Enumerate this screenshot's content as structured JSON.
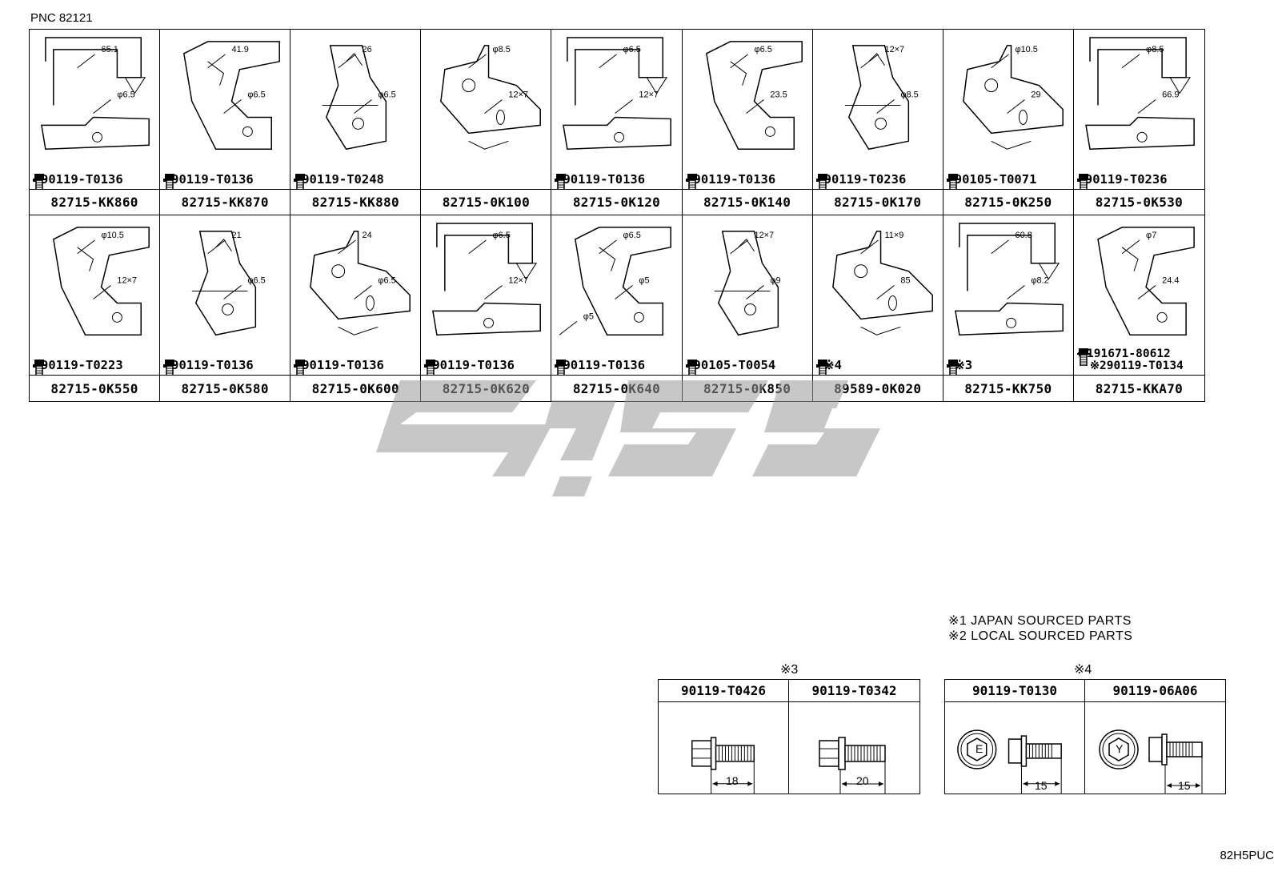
{
  "pnc": "PNC 82121",
  "row1": [
    {
      "bolt": "90119-T0136",
      "pn": "82715-KK860",
      "dims": [
        "65.1",
        "φ6.5"
      ]
    },
    {
      "bolt": "90119-T0136",
      "pn": "82715-KK870",
      "dims": [
        "41.9",
        "φ6.5"
      ]
    },
    {
      "bolt": "90119-T0248",
      "pn": "82715-KK880",
      "dims": [
        "26",
        "φ6.5"
      ]
    },
    {
      "bolt": "",
      "pn": "82715-0K100",
      "dims": [
        "φ8.5",
        "12×7"
      ]
    },
    {
      "bolt": "90119-T0136",
      "pn": "82715-0K120",
      "dims": [
        "φ6.5",
        "12×7"
      ]
    },
    {
      "bolt": "90119-T0136",
      "pn": "82715-0K140",
      "dims": [
        "φ6.5",
        "23.5"
      ]
    },
    {
      "bolt": "90119-T0236",
      "pn": "82715-0K170",
      "dims": [
        "12×7",
        "φ8.5"
      ]
    },
    {
      "bolt": "90105-T0071",
      "pn": "82715-0K250",
      "dims": [
        "φ10.5",
        "29"
      ]
    },
    {
      "bolt": "90119-T0236",
      "pn": "82715-0K530",
      "dims": [
        "φ8.5",
        "66.9"
      ]
    }
  ],
  "row2": [
    {
      "bolt": "90119-T0223",
      "pn": "82715-0K550",
      "dims": [
        "φ10.5",
        "12×7"
      ]
    },
    {
      "bolt": "90119-T0136",
      "pn": "82715-0K580",
      "dims": [
        "21",
        "φ6.5"
      ]
    },
    {
      "bolt": "90119-T0136",
      "pn": "82715-0K600",
      "dims": [
        "24",
        "φ6.5"
      ]
    },
    {
      "bolt": "90119-T0136",
      "pn": "82715-0K620",
      "dims": [
        "φ6.5",
        "12×7"
      ]
    },
    {
      "bolt": "90119-T0136",
      "pn": "82715-0K640",
      "dims": [
        "φ6.5",
        "φ5",
        "φ5"
      ]
    },
    {
      "bolt": "90105-T0054",
      "pn": "82715-0K850",
      "dims": [
        "12×7",
        "φ9"
      ]
    },
    {
      "bolt": "※4",
      "pn": "89589-0K020",
      "dims": [
        "11×9",
        "85"
      ]
    },
    {
      "bolt": "※3",
      "pn": "82715-KK750",
      "dims": [
        "60.8",
        "φ8.2"
      ]
    },
    {
      "bolt_note1": "※191671-80612",
      "bolt_note2": "※290119-T0134",
      "pn": "82715-KKA70",
      "dims": [
        "φ7",
        "24.4"
      ]
    }
  ],
  "notes": [
    "※1 JAPAN SOURCED PARTS",
    "※2 LOCAL SOURCED PARTS"
  ],
  "table3": {
    "title": "※3",
    "cols": [
      {
        "pn": "90119-T0426",
        "len": "18"
      },
      {
        "pn": "90119-T0342",
        "len": "20"
      }
    ]
  },
  "table4": {
    "title": "※4",
    "cols": [
      {
        "pn": "90119-T0130",
        "len": "15",
        "mark": "E"
      },
      {
        "pn": "90119-06A06",
        "len": "15",
        "mark": "Y"
      }
    ]
  },
  "ref": "82H5PUC"
}
